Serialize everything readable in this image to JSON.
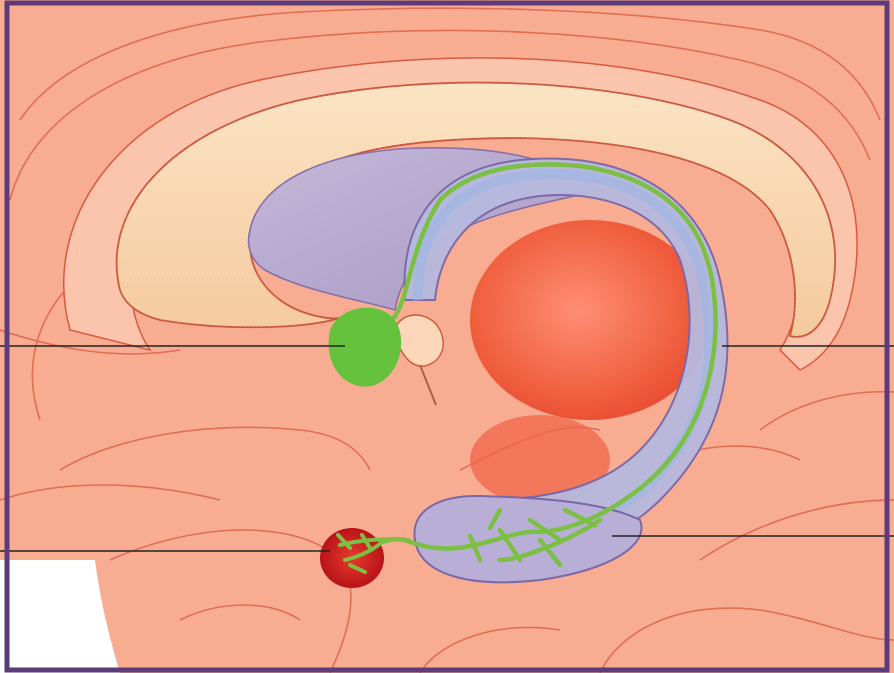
{
  "figure": {
    "frame_color": "#5b3b78",
    "palette": {
      "cortex": "#f7a58a",
      "cortex_light": "#fbd0bb",
      "sulcus": "#d9583f",
      "corpus_callosum": "#f6d3a8",
      "ventricle": "#b8a9cf",
      "fornix": "#9fb6e2",
      "pathway": "#7bc043",
      "septal_nucleus": "#66c23c",
      "thalamus": "#ef5a3c",
      "amygdala": "#c8161c",
      "label_line": "#222222"
    },
    "structures": [
      {
        "name": "septal-nucleus",
        "icon": "green-nucleus"
      },
      {
        "name": "amygdala",
        "icon": "red-nucleus"
      },
      {
        "name": "fornix-hippocampus",
        "icon": "green-pathway"
      },
      {
        "name": "thalamus",
        "icon": "red-mass"
      },
      {
        "name": "corpus-callosum",
        "icon": "arch"
      }
    ],
    "label_lines": 4
  }
}
